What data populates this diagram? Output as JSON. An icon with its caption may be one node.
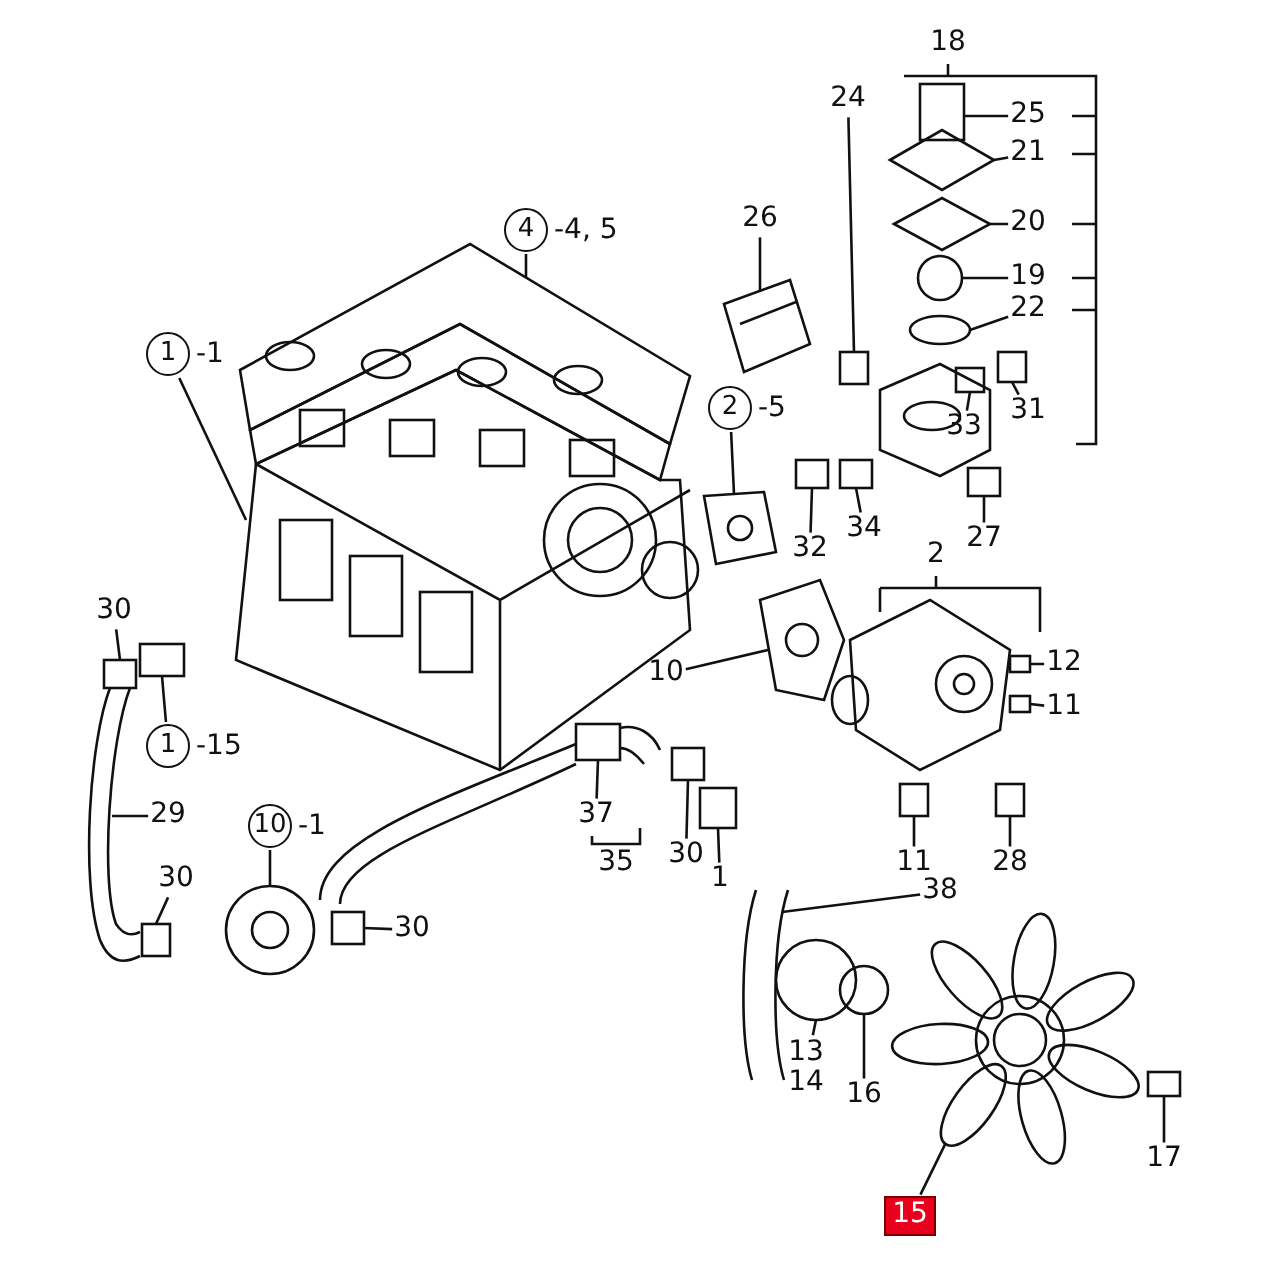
{
  "diagram": {
    "nodes": [
      {
        "text": [
          "24"
        ]
      },
      {
        "text": [
          "25"
        ]
      },
      {
        "text": [
          "21"
        ]
      },
      {
        "text": [
          "26"
        ]
      },
      {
        "text": [
          "4"
        ],
        "beside": [
          "-4, 5"
        ]
      },
      {
        "text": [
          "20"
        ]
      },
      {
        "text": [
          "19"
        ]
      },
      {
        "text": [
          "22"
        ]
      },
      {
        "text": [
          "1"
        ],
        "beside": [
          "-1"
        ]
      },
      {
        "text": [
          "31"
        ]
      },
      {
        "text": [
          "33"
        ]
      },
      {
        "text": [
          "2"
        ],
        "beside": [
          "-5"
        ]
      },
      {
        "text": [
          "32"
        ]
      },
      {
        "text": [
          "34"
        ]
      },
      {
        "text": [
          "27"
        ]
      },
      {
        "text": [
          "30"
        ]
      },
      {
        "text": [
          "10"
        ]
      },
      {
        "text": [
          "12"
        ]
      },
      {
        "text": [
          "11"
        ]
      },
      {
        "text": [
          "1"
        ],
        "beside": [
          "-15"
        ]
      },
      {
        "text": [
          "37"
        ]
      },
      {
        "text": [
          "29"
        ]
      },
      {
        "text": [
          "10"
        ],
        "beside": [
          "-1"
        ]
      },
      {
        "text": [
          "30"
        ]
      },
      {
        "text": [
          "11"
        ]
      },
      {
        "text": [
          "28"
        ]
      },
      {
        "text": [
          "1"
        ]
      },
      {
        "text": [
          "30"
        ]
      },
      {
        "text": [
          "30"
        ]
      },
      {
        "text": [
          "38"
        ]
      },
      {
        "text": [
          "13",
          "14"
        ]
      },
      {
        "text": [
          "16"
        ]
      },
      {
        "text": [
          "17"
        ]
      },
      {
        "text": [
          "15"
        ]
      },
      {
        "text": [],
        "shape": "box"
      },
      {
        "text": [],
        "shape": "box"
      },
      {
        "text": [],
        "shape": "diamond"
      },
      {
        "text": [],
        "shape": "picture"
      },
      {
        "text": [],
        "shape": "picture"
      },
      {
        "text": [],
        "shape": "diamond"
      },
      {
        "text": [],
        "shape": "circle"
      },
      {
        "text": [],
        "shape": "circle"
      },
      {
        "text": [],
        "shape": "picture"
      },
      {
        "text": [],
        "shape": "box"
      },
      {
        "text": [],
        "shape": "box"
      },
      {
        "text": [],
        "shape": "picture"
      },
      {
        "text": [],
        "shape": "box"
      },
      {
        "text": [],
        "shape": "box"
      },
      {
        "text": [],
        "shape": "box"
      },
      {
        "text": [],
        "shape": "box"
      },
      {
        "text": [],
        "shape": "picture"
      },
      {
        "text": [],
        "shape": "box"
      },
      {
        "text": [],
        "shape": "box"
      },
      {
        "text": [],
        "shape": "box"
      },
      {
        "text": [],
        "shape": "box"
      },
      {
        "text": [],
        "shape": "picture"
      },
      {
        "text": [],
        "shape": "picture"
      },
      {
        "text": [],
        "shape": "box"
      },
      {
        "text": [],
        "shape": "box"
      },
      {
        "text": [],
        "shape": "box"
      },
      {
        "text": [],
        "shape": "box"
      },
      {
        "text": [],
        "shape": "box"
      },
      {
        "text": [],
        "shape": "box"
      },
      {
        "text": [],
        "shape": "picture"
      },
      {
        "text": [],
        "shape": "circle"
      },
      {
        "text": [],
        "shape": "circle"
      },
      {
        "text": [],
        "shape": "box"
      },
      {
        "text": [],
        "shape": "picture"
      }
    ],
    "edges": [
      {
        "from": 0,
        "to": 34,
        "arrow": "none"
      },
      {
        "from": 1,
        "to": 35,
        "arrow": "none"
      },
      {
        "from": 2,
        "to": 36,
        "arrow": "none"
      },
      {
        "from": 3,
        "to": 37,
        "arrow": "none"
      },
      {
        "from": 4,
        "to": 38,
        "arrow": "none"
      },
      {
        "from": 5,
        "to": 39,
        "arrow": "none"
      },
      {
        "from": 6,
        "to": 40,
        "arrow": "none"
      },
      {
        "from": 7,
        "to": 41,
        "arrow": "none"
      },
      {
        "from": 8,
        "to": 42,
        "arrow": "none"
      },
      {
        "from": 9,
        "to": 43,
        "arrow": "none"
      },
      {
        "from": 10,
        "to": 44,
        "arrow": "none"
      },
      {
        "from": 11,
        "to": 45,
        "arrow": "none"
      },
      {
        "from": 12,
        "to": 46,
        "arrow": "none"
      },
      {
        "from": 13,
        "to": 47,
        "arrow": "none"
      },
      {
        "from": 14,
        "to": 48,
        "arrow": "none"
      },
      {
        "from": 15,
        "to": 49,
        "arrow": "none"
      },
      {
        "from": 16,
        "to": 50,
        "arrow": "none"
      },
      {
        "from": 17,
        "to": 51,
        "arrow": "none"
      },
      {
        "from": 18,
        "to": 52,
        "arrow": "none"
      },
      {
        "from": 19,
        "to": 53,
        "arrow": "none"
      },
      {
        "from": 20,
        "to": 54,
        "arrow": "none"
      },
      {
        "from": 21,
        "to": 55,
        "arrow": "none"
      },
      {
        "from": 22,
        "to": 56,
        "arrow": "none"
      },
      {
        "from": 23,
        "to": 57,
        "arrow": "none"
      },
      {
        "from": 24,
        "to": 58,
        "arrow": "none"
      },
      {
        "from": 25,
        "to": 59,
        "arrow": "none"
      },
      {
        "from": 26,
        "to": 60,
        "arrow": "none"
      },
      {
        "from": 27,
        "to": 61,
        "arrow": "none"
      },
      {
        "from": 28,
        "to": 62,
        "arrow": "none"
      },
      {
        "from": 29,
        "to": 63,
        "arrow": "none"
      },
      {
        "from": 30,
        "to": 64,
        "arrow": "none"
      },
      {
        "from": 31,
        "to": 65,
        "arrow": "none"
      },
      {
        "from": 32,
        "to": 66,
        "arrow": "none"
      },
      {
        "from": 33,
        "to": 67,
        "arrow": "none"
      }
    ],
    "labels": [
      "18",
      "2",
      "35"
    ]
  }
}
